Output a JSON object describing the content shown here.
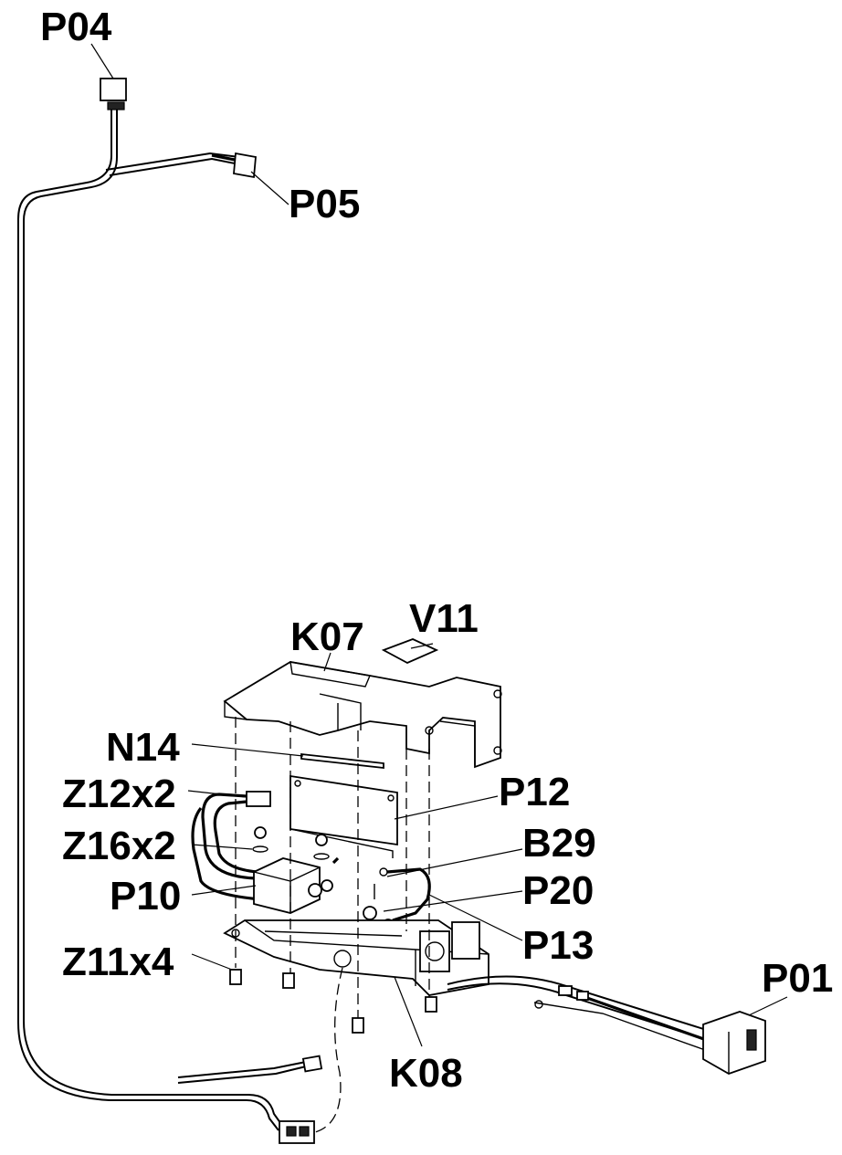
{
  "labels": {
    "P04": "P04",
    "P05": "P05",
    "V11": "V11",
    "K07": "K07",
    "N14": "N14",
    "Z12x2": "Z12x2",
    "P12": "P12",
    "Z16x2": "Z16x2",
    "B29": "B29",
    "P10": "P10",
    "P20": "P20",
    "P13": "P13",
    "Z11x4": "Z11x4",
    "P01": "P01",
    "K08": "K08"
  }
}
